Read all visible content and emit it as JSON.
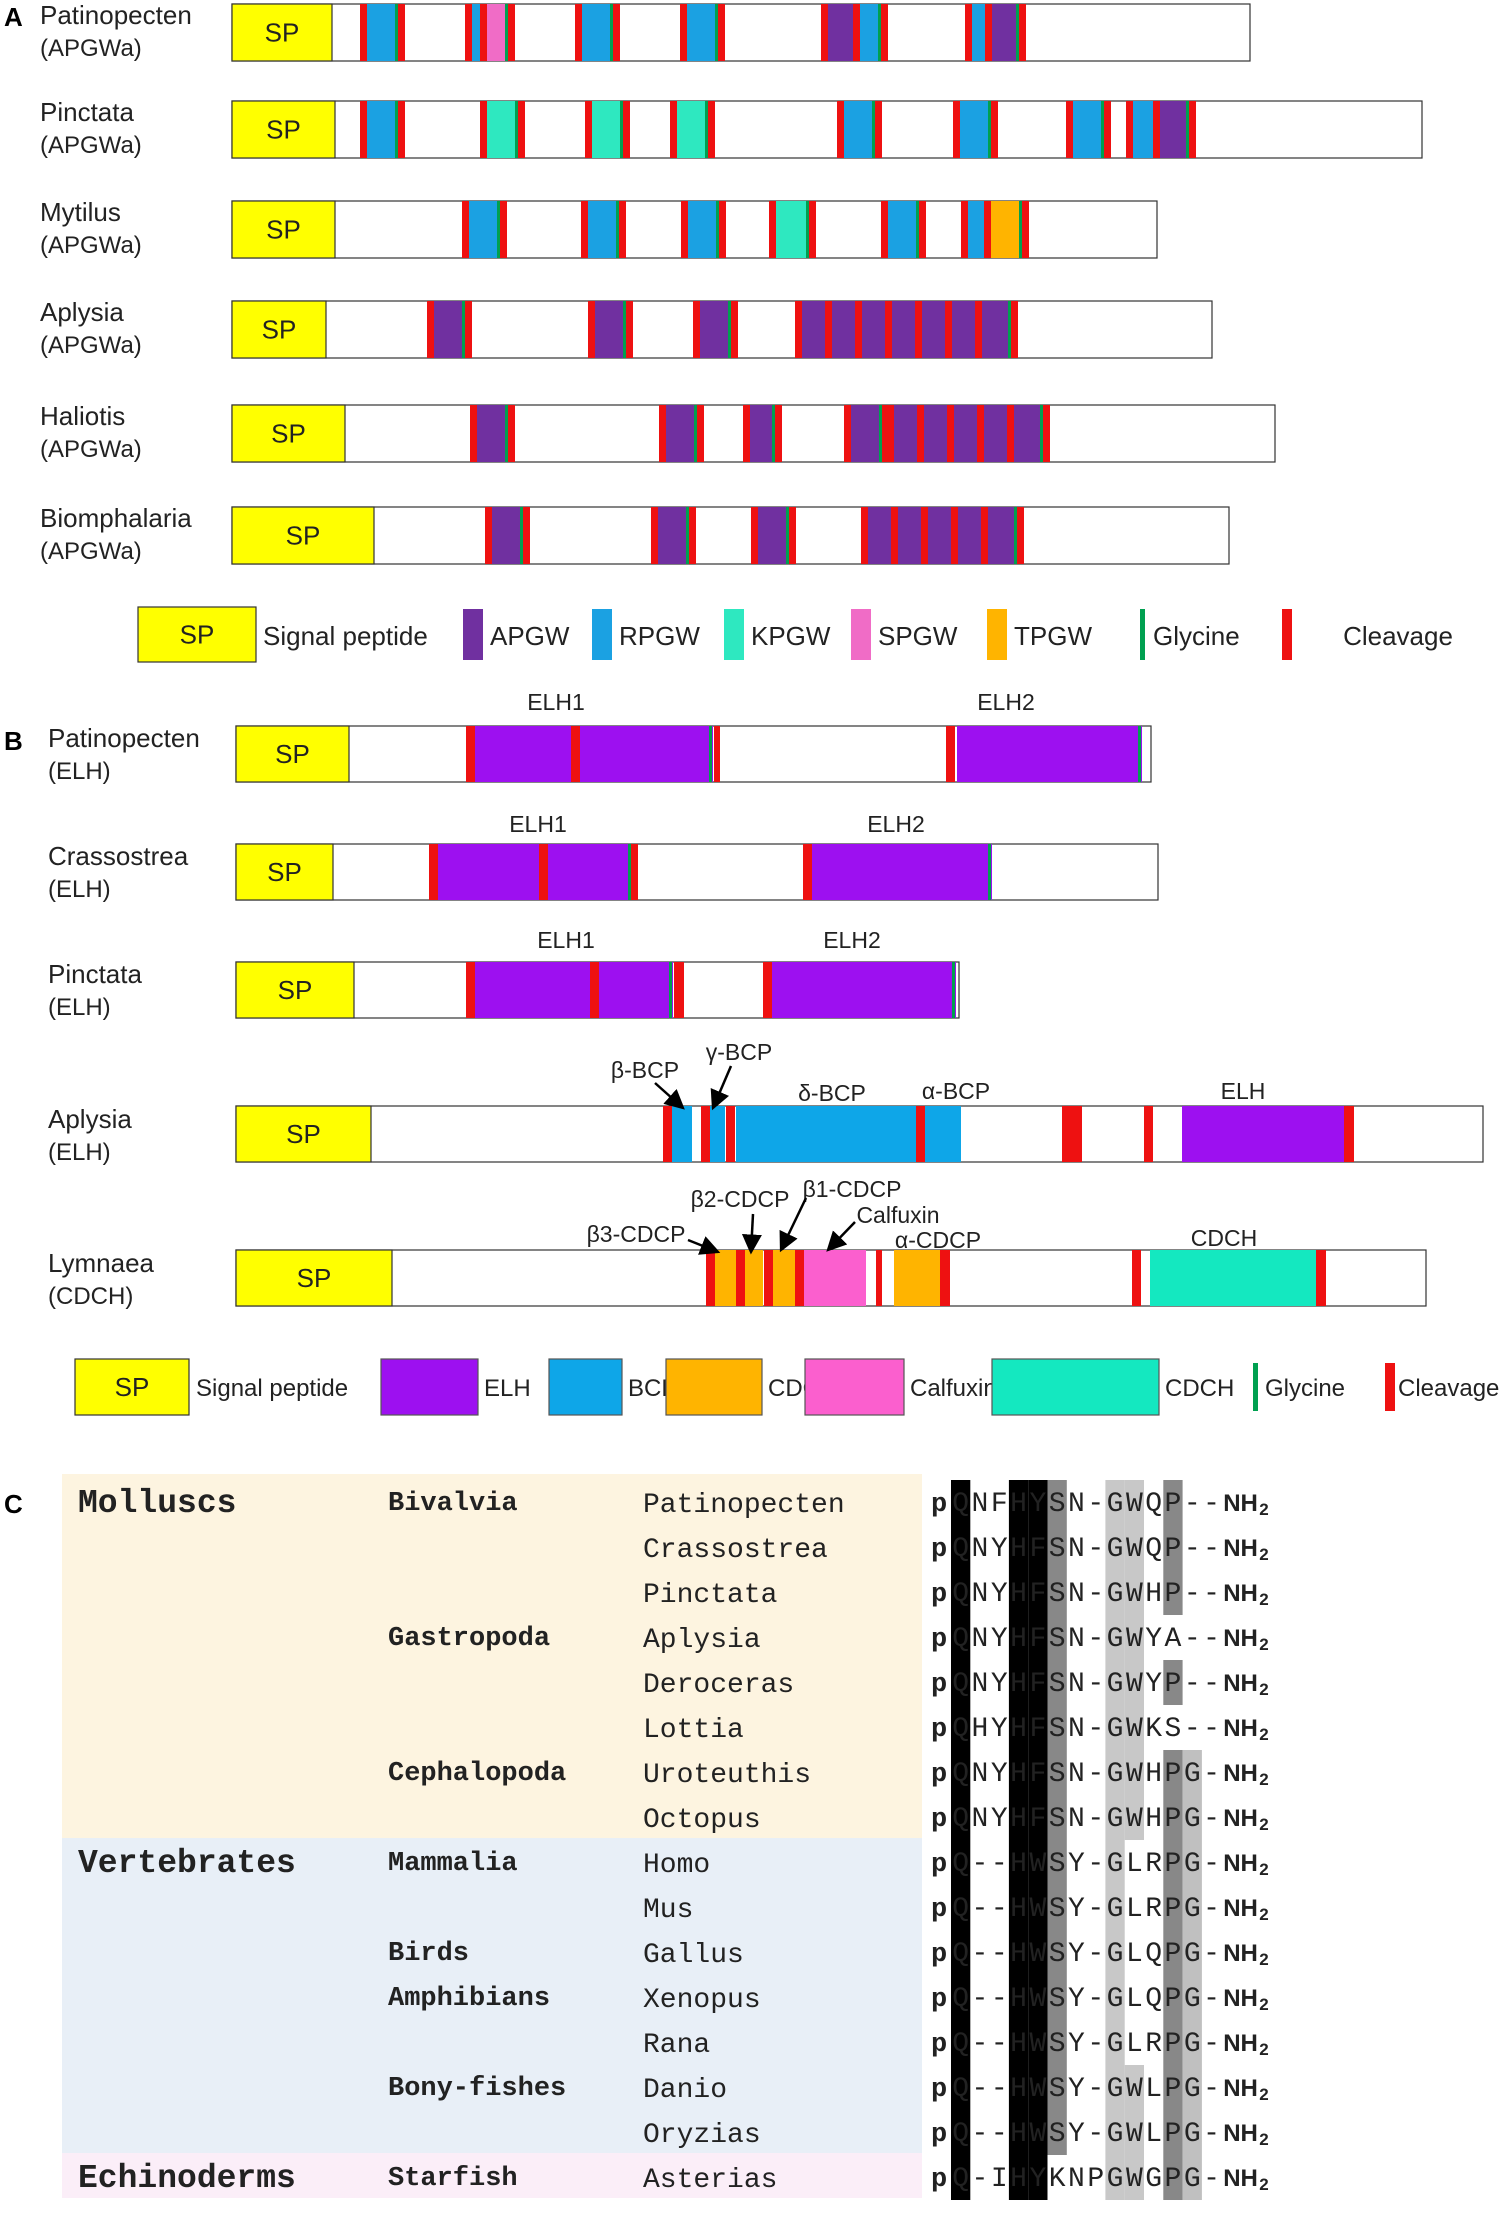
{
  "panels": [
    "A",
    "B",
    "C"
  ],
  "colors": {
    "SP": "#ffff00",
    "APGW": "#7030a0",
    "RPGW": "#1ba1e2",
    "KPGW": "#2ee8c0",
    "SPGW": "#f06cc6",
    "TPGW": "#ffb400",
    "Glycine": "#00a050",
    "Cleavage": "#ee1111",
    "ELH": "#9d10f0",
    "BCP": "#0ea6e8",
    "CDCP": "#ffb400",
    "Calfuxin": "#fb5fce",
    "CDCH": "#14e8c0",
    "moll_bg": "#fdf4e0",
    "vert_bg": "#e8eff7",
    "echi_bg": "#fbeef8"
  },
  "panelA": {
    "sp_label": "SP",
    "rows": [
      {
        "name": "Patinopecten",
        "sub": "(APGWa)"
      },
      {
        "name": "Pinctata",
        "sub": "(APGWa)"
      },
      {
        "name": "Mytilus",
        "sub": "(APGWa)"
      },
      {
        "name": "Aplysia",
        "sub": "(APGWa)"
      },
      {
        "name": "Haliotis",
        "sub": "(APGWa)"
      },
      {
        "name": "Biomphalaria",
        "sub": "(APGWa)"
      }
    ],
    "legend": [
      {
        "key": "SP",
        "text": "Signal peptide",
        "box_label": "SP"
      },
      {
        "key": "APGW",
        "text": "APGW"
      },
      {
        "key": "RPGW",
        "text": "RPGW"
      },
      {
        "key": "KPGW",
        "text": "KPGW"
      },
      {
        "key": "SPGW",
        "text": "SPGW"
      },
      {
        "key": "TPGW",
        "text": "TPGW"
      },
      {
        "key": "Glycine",
        "text": "Glycine"
      },
      {
        "key": "Cleavage",
        "text": "Cleavage"
      }
    ]
  },
  "panelB": {
    "sp_label": "SP",
    "rows": [
      {
        "name": "Patinopecten",
        "sub": "(ELH)",
        "labels": [
          "ELH1",
          "ELH2"
        ]
      },
      {
        "name": "Crassostrea",
        "sub": "(ELH)",
        "labels": [
          "ELH1",
          "ELH2"
        ]
      },
      {
        "name": "Pinctata",
        "sub": "(ELH)",
        "labels": [
          "ELH1",
          "ELH2"
        ]
      },
      {
        "name": "Aplysia",
        "sub": "(ELH)",
        "labels": [
          "β-BCP",
          "γ-BCP",
          "δ-BCP",
          "α-BCP",
          "ELH"
        ]
      },
      {
        "name": "Lymnaea",
        "sub": "(CDCH)",
        "labels": [
          "β3-CDCP",
          "β2-CDCP",
          "β1-CDCP",
          "Calfuxin",
          "α-CDCP",
          "CDCH"
        ]
      }
    ],
    "legend": [
      {
        "key": "SP",
        "text": "Signal peptide",
        "box_label": "SP"
      },
      {
        "key": "ELH",
        "text": "ELH"
      },
      {
        "key": "BCP",
        "text": "BCP"
      },
      {
        "key": "CDCP",
        "text": "CDCP"
      },
      {
        "key": "Calfuxin",
        "text": "Calfuxin"
      },
      {
        "key": "CDCH",
        "text": "CDCH"
      },
      {
        "key": "Glycine",
        "text": "Glycine"
      },
      {
        "key": "Cleavage",
        "text": "Cleavage"
      }
    ]
  },
  "panelC": {
    "groups": [
      {
        "name": "Molluscs",
        "rows": 8
      },
      {
        "name": "Vertebrates",
        "rows": 7
      },
      {
        "name": "Echinoderms",
        "rows": 1
      }
    ],
    "nh2": "NH2",
    "rows": [
      {
        "cls": "Bivalvia",
        "sp": "Patinopecten",
        "seq": "QNFHYSN-GWQP--"
      },
      {
        "cls": "",
        "sp": "Crassostrea",
        "seq": "QNYHFSN-GWQP--"
      },
      {
        "cls": "",
        "sp": "Pinctata",
        "seq": "QNYHFSN-GWHP--"
      },
      {
        "cls": "Gastropoda",
        "sp": "Aplysia",
        "seq": "QNYHFSN-GWYA--"
      },
      {
        "cls": "",
        "sp": "Deroceras",
        "seq": "QNYHFSN-GWYP--"
      },
      {
        "cls": "",
        "sp": "Lottia",
        "seq": "QHYHFSN-GWKS--"
      },
      {
        "cls": "Cephalopoda",
        "sp": "Uroteuthis",
        "seq": "QNYHFSN-GWHPG-"
      },
      {
        "cls": "",
        "sp": "Octopus",
        "seq": "QNYHFSN-GWHPG-"
      },
      {
        "cls": "Mammalia",
        "sp": "Homo",
        "seq": "Q--HWSY-GLRPG-"
      },
      {
        "cls": "",
        "sp": "Mus",
        "seq": "Q--HWSY-GLRPG-"
      },
      {
        "cls": "Birds",
        "sp": "Gallus",
        "seq": "Q--HWSY-GLQPG-"
      },
      {
        "cls": "Amphibians",
        "sp": "Xenopus",
        "seq": "Q--HWSY-GLQPG-"
      },
      {
        "cls": "",
        "sp": "Rana",
        "seq": "Q--HWSY-GLRPG-"
      },
      {
        "cls": "Bony-fishes",
        "sp": "Danio",
        "seq": "Q--HWSY-GWLPG-"
      },
      {
        "cls": "",
        "sp": "Oryzias",
        "seq": "Q--HWSY-GWLPG-"
      },
      {
        "cls": "Starfish",
        "sp": "Asterias",
        "seq": "Q-IHYKNPGWGPG-"
      }
    ]
  }
}
